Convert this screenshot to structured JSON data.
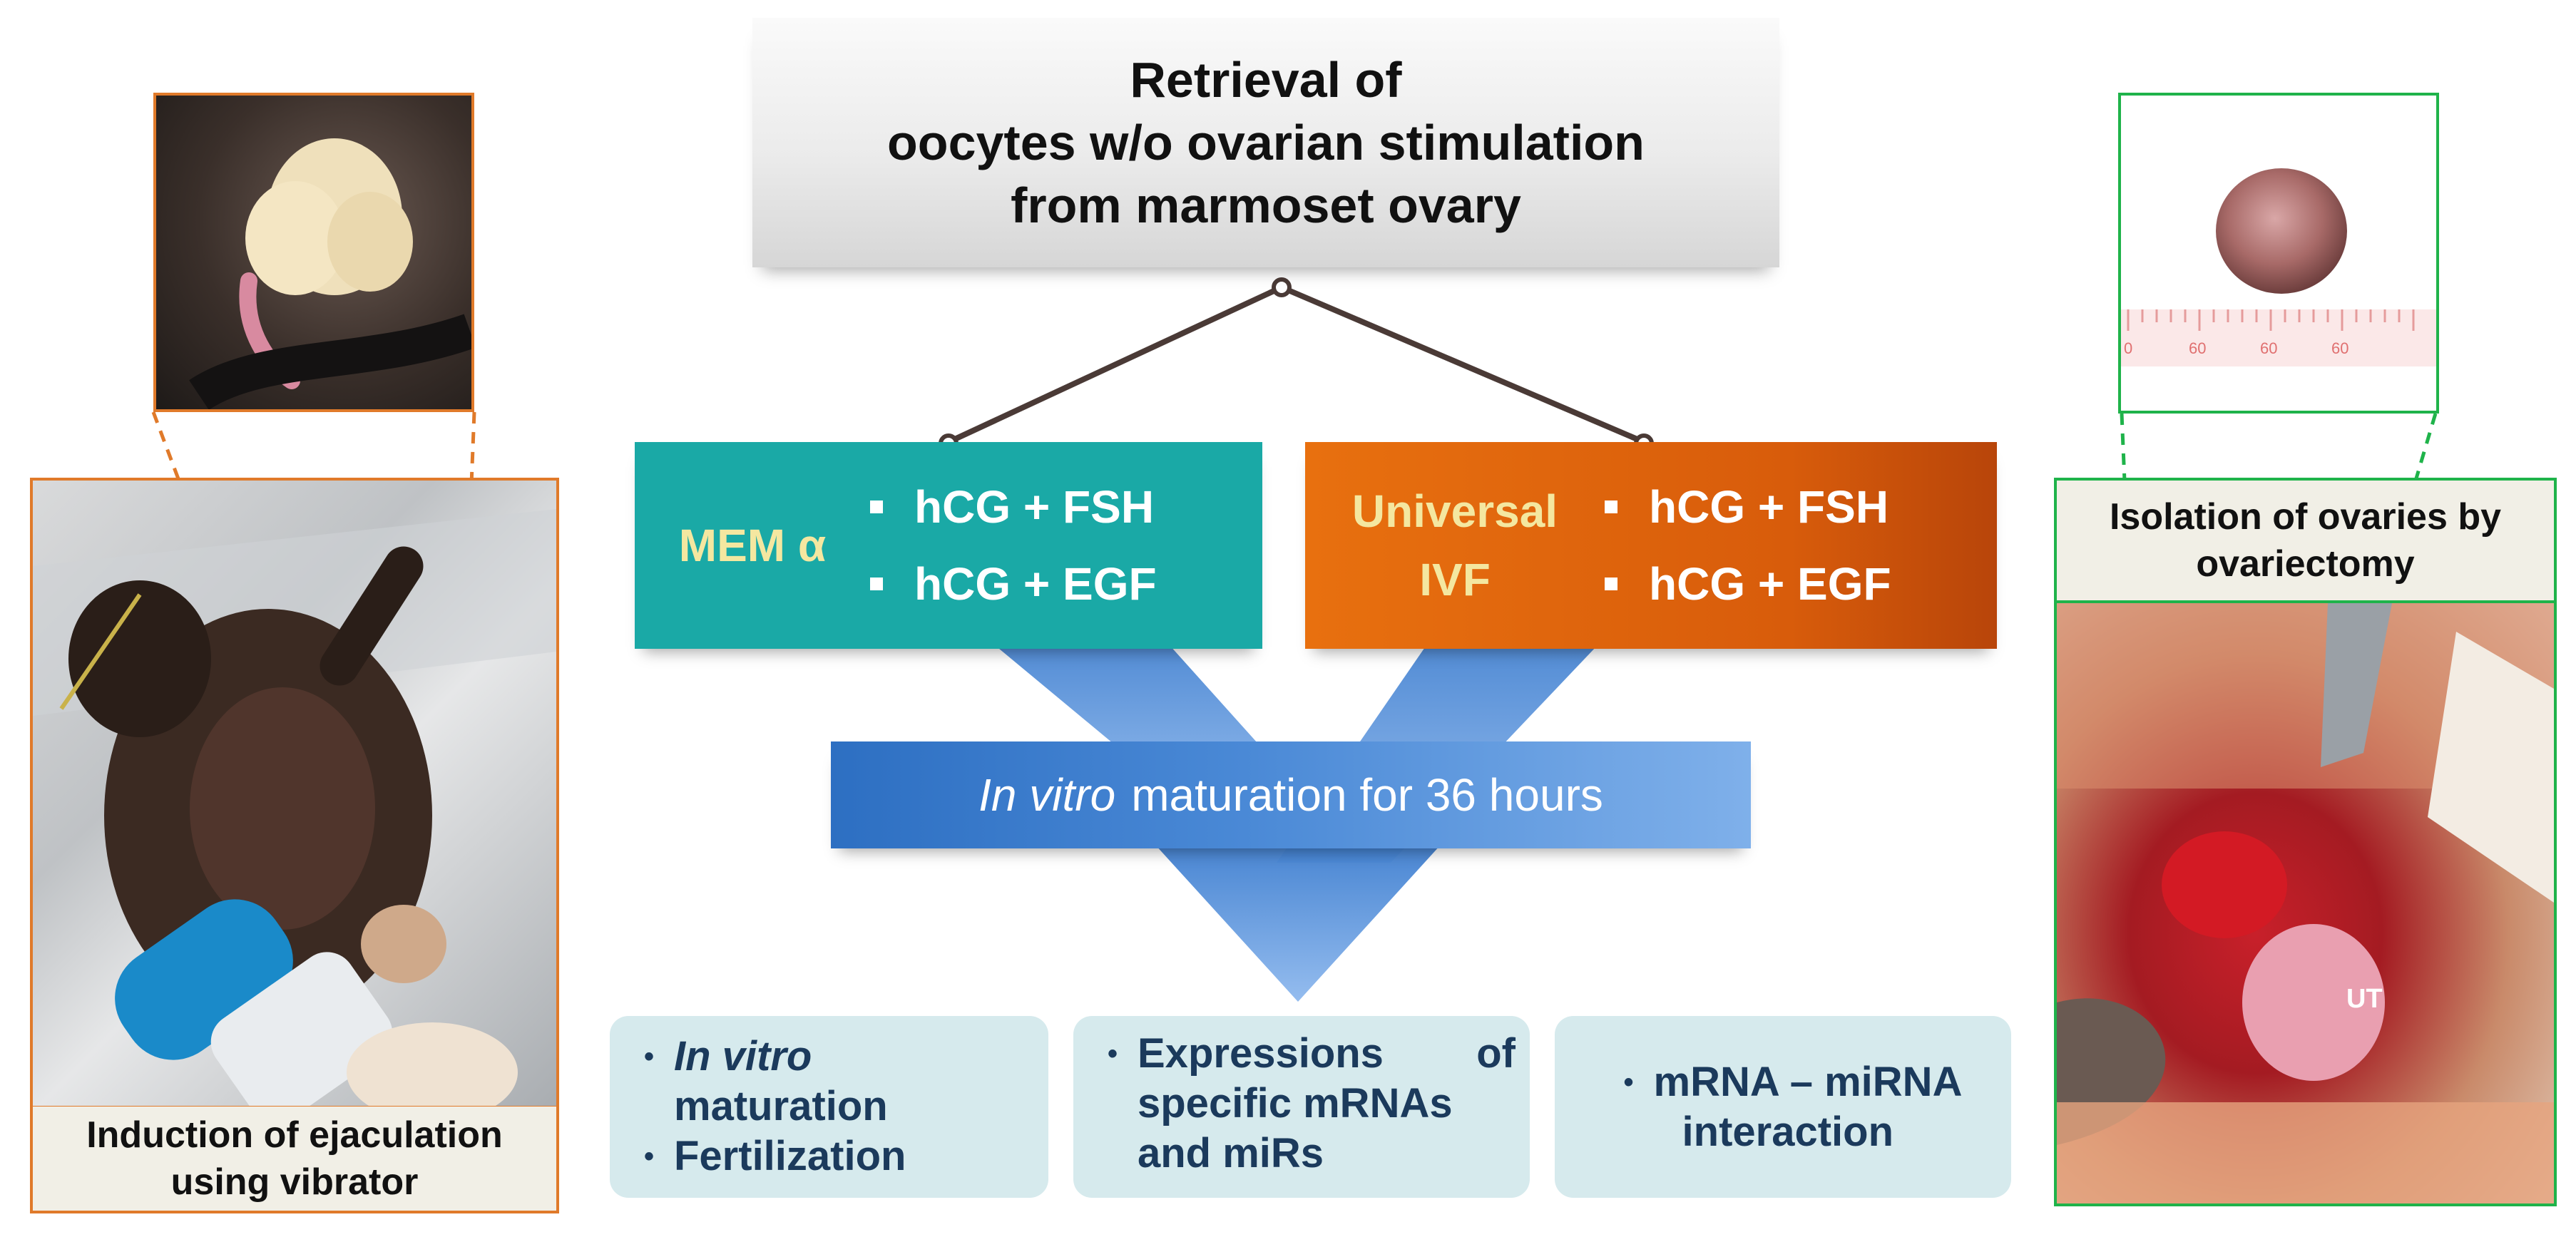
{
  "title": {
    "line1": "Retrieval of",
    "line2": "oocytes w/o ovarian stimulation",
    "line3": "from marmoset ovary"
  },
  "media": {
    "mem": {
      "name": "MEM α",
      "items": [
        "hCG + FSH",
        "hCG + EGF"
      ]
    },
    "universal": {
      "name_line1": "Universal",
      "name_line2": "IVF",
      "items": [
        "hCG + FSH",
        "hCG + EGF"
      ]
    }
  },
  "maturation": {
    "italic": "In vitro",
    "rest": "maturation for 36 hours"
  },
  "results": {
    "box1": {
      "item1_italic": "In vitro",
      "item1_rest": "maturation",
      "item2": "Fertilization"
    },
    "box2": {
      "line1": "Expressions of",
      "line2": "specific mRNAs",
      "line3": "and miRs"
    },
    "box3": {
      "line1": "mRNA – miRNA",
      "line2": "interaction"
    }
  },
  "left_panel": {
    "caption_line1": "Induction of ejaculation",
    "caption_line2": "using vibrator"
  },
  "right_panel": {
    "caption_line1": "Isolation of ovaries by",
    "caption_line2": "ovariectomy",
    "photo_label": "UT"
  },
  "ruler_labels": [
    "0",
    "60",
    "60",
    "60"
  ],
  "colors": {
    "teal": "#1aa9a6",
    "orange": "#e8700f",
    "blue": "#2d6fc2",
    "result_bg": "#d6eaed",
    "left_frame": "#e07a2a",
    "right_frame": "#1fb34a"
  }
}
